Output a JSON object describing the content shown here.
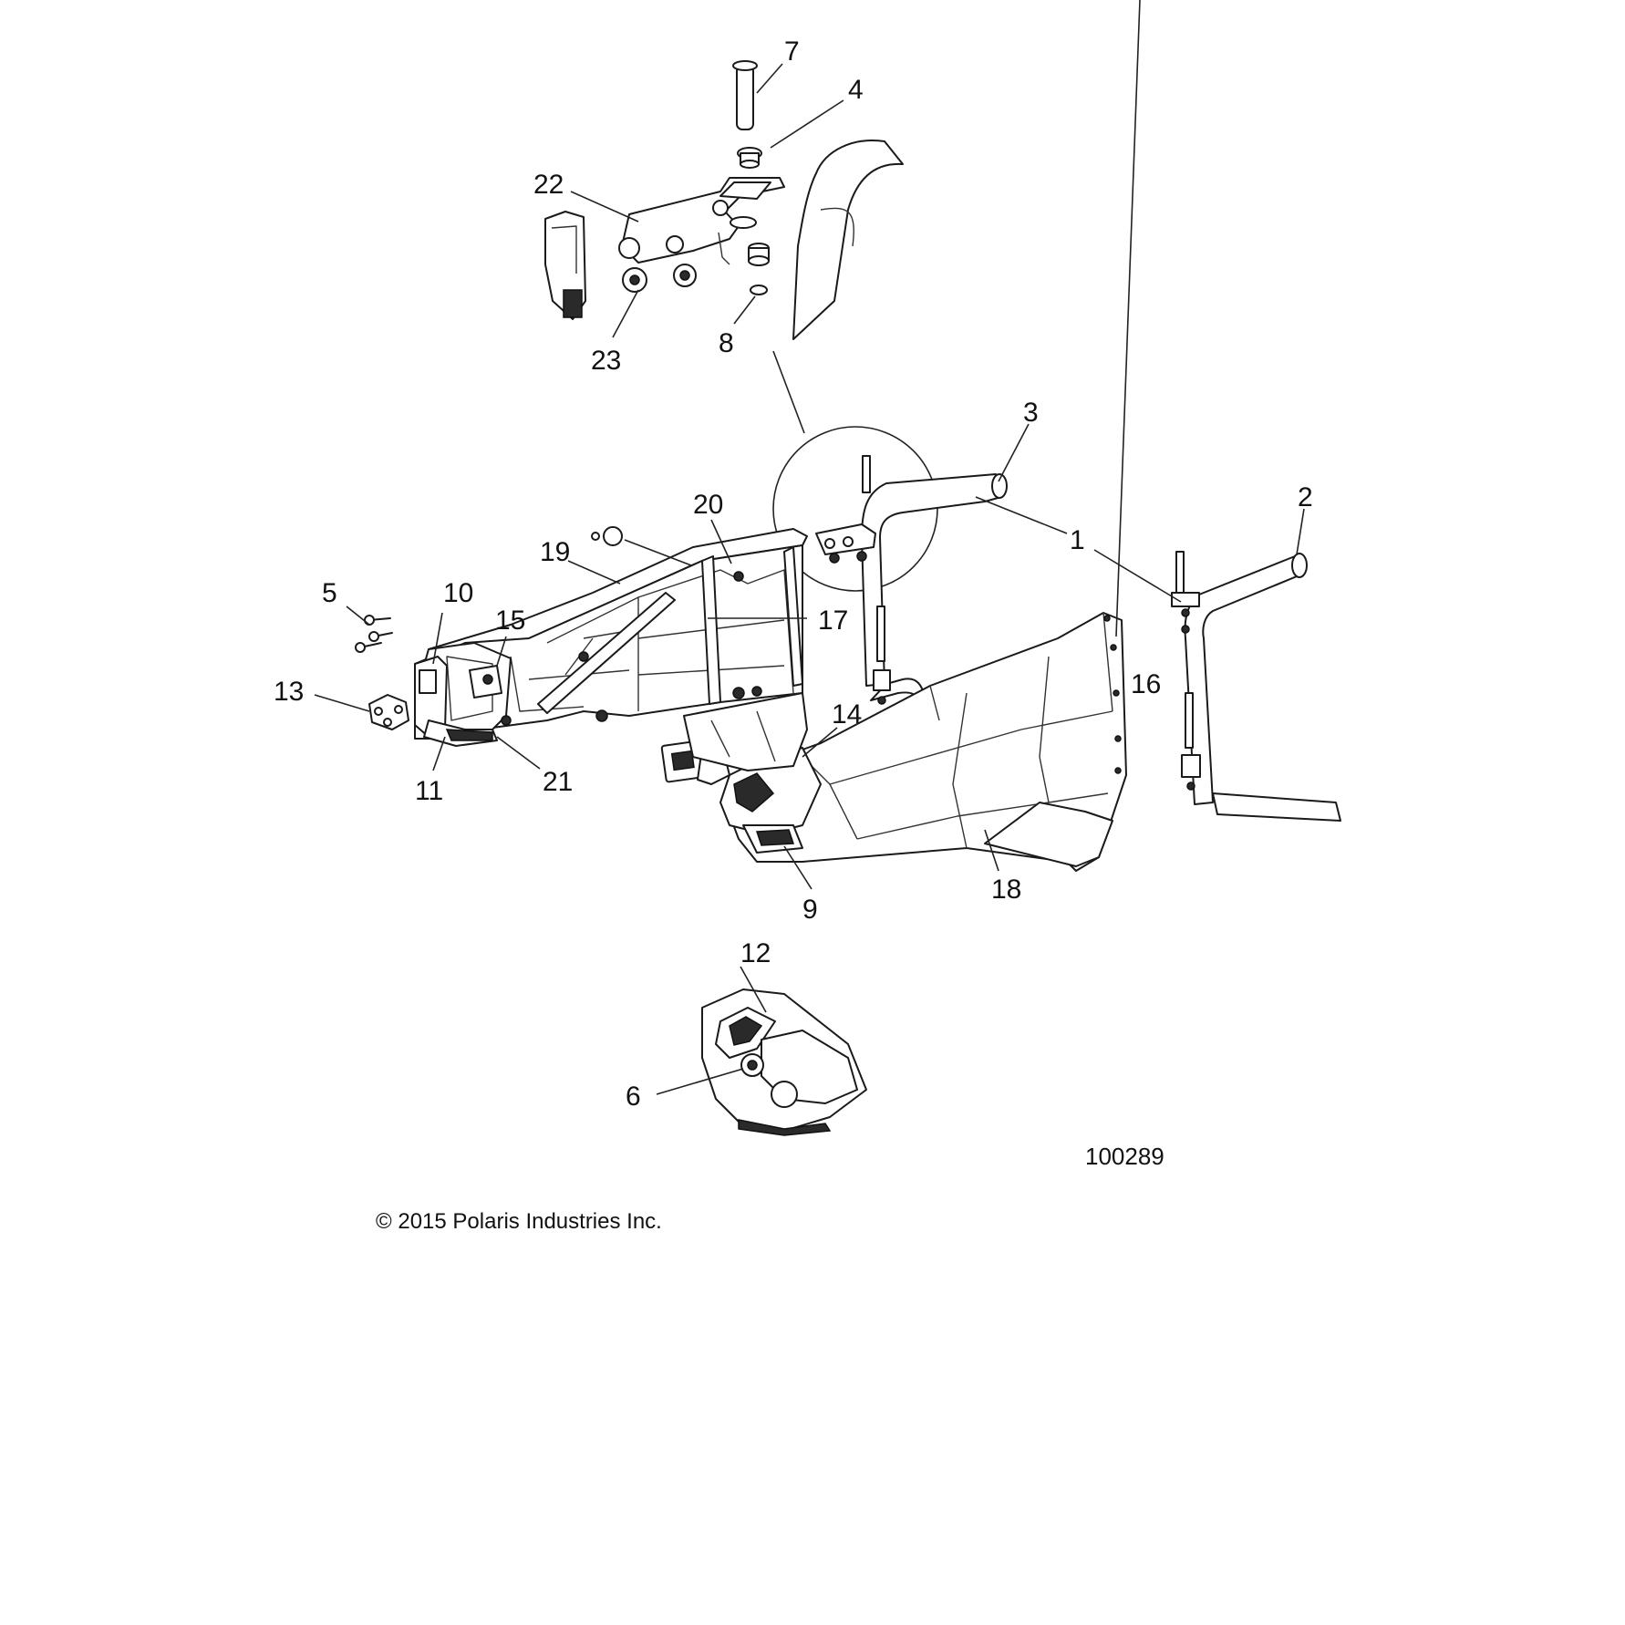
{
  "diagram": {
    "callouts": [
      "1",
      "2",
      "3",
      "4",
      "5",
      "6",
      "7",
      "8",
      "9",
      "10",
      "11",
      "12",
      "13",
      "14",
      "15",
      "16",
      "17",
      "18",
      "19",
      "20",
      "21",
      "22",
      "23"
    ],
    "drawing_number": "100289",
    "copyright": "© 2015 Polaris Industries Inc."
  }
}
